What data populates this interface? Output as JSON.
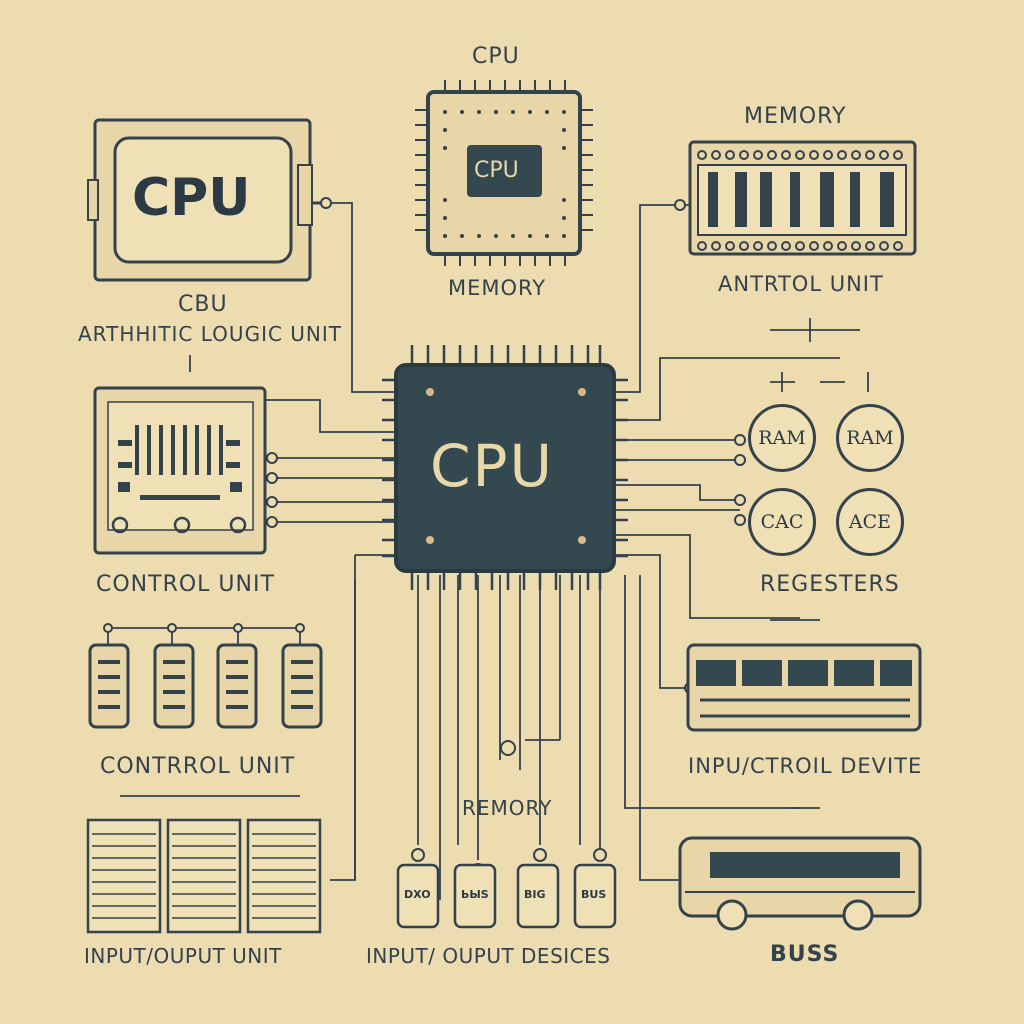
{
  "labels": {
    "top_cpu": "CPU",
    "top_chip": "CPU",
    "top_memory_under": "MEMORY",
    "left_cpu_box": "CPU",
    "left_cbu": "CBU",
    "left_alu": "ARTHHITIC LOUGIC UNIT",
    "memory_title": "MEMORY",
    "control_unit_right": "ANTRTOL UNIT",
    "center_cpu": "CPU",
    "control_unit_left": "CONTROL UNIT",
    "control_unit_left2": "CONTRROL UNIT",
    "registers": "REGESTERS",
    "input_control_device": "INPU/CTROIL DEVITE",
    "remory": "REMORY",
    "input_output_unit": "INPUT/OUPUT UNIT",
    "input_output_devices": "INPUT/ OUPUT DESICES",
    "buss": "BUSS"
  },
  "circles": [
    "RAM",
    "RAM",
    "CAC",
    "ACE"
  ],
  "device_tags": [
    "DXO",
    "ЬЫS",
    "BIG",
    "BUS"
  ],
  "colors": {
    "background": "#ecdcb0",
    "ink": "#34424c",
    "chip_dark": "#34484f",
    "chip_text": "#e8d7a8",
    "pin_gold": "#d9b98a"
  }
}
